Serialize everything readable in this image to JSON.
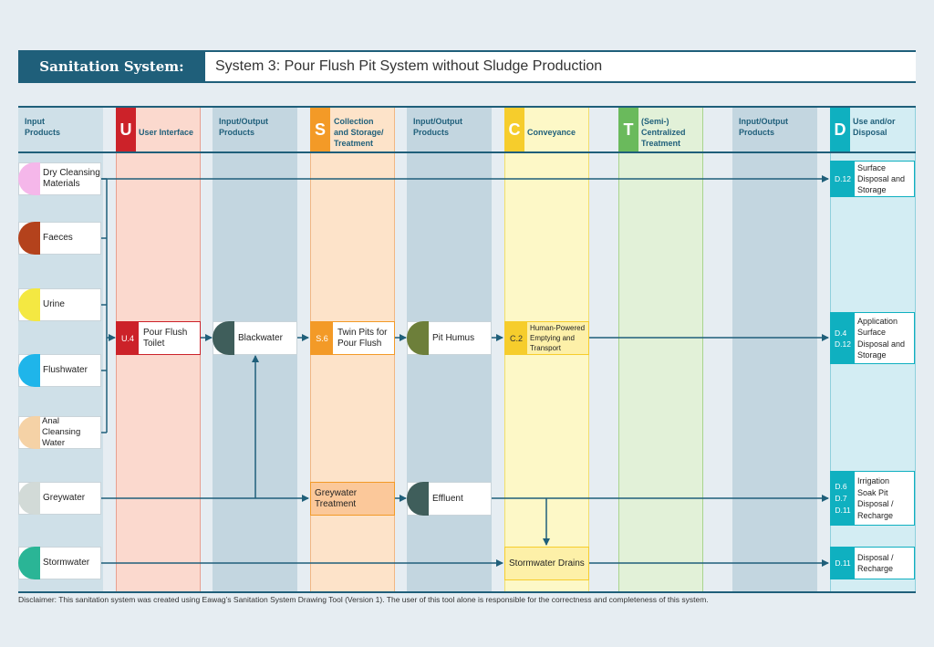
{
  "title": {
    "label": "Sanitation System:",
    "system": "System 3: Pour Flush Pit System without Sludge Production"
  },
  "headers": {
    "input_products": "Input\nProducts",
    "u_letter": "U",
    "u_label": "User Interface",
    "io1": "Input/Output\nProducts",
    "s_letter": "S",
    "s_label": "Collection\nand Storage/\nTreatment",
    "io2": "Input/Output\nProducts",
    "c_letter": "C",
    "c_label": "Conveyance",
    "t_letter": "T",
    "t_label": "(Semi-)\nCentralized\nTreatment",
    "io3": "Input/Output\nProducts",
    "d_letter": "D",
    "d_label": "Use and/or\nDisposal"
  },
  "inputs": [
    {
      "label": "Dry Cleansing\nMaterials",
      "color": "#f5b7ea"
    },
    {
      "label": "Faeces",
      "color": "#b4421c"
    },
    {
      "label": "Urine",
      "color": "#f4e842"
    },
    {
      "label": "Flushwater",
      "color": "#1fb5ea"
    },
    {
      "label": "Anal\nCleansing\nWater",
      "color": "#f5d2a6"
    },
    {
      "label": "Greywater",
      "color": "#d2dad7"
    },
    {
      "label": "Stormwater",
      "color": "#2ab596"
    }
  ],
  "tech": {
    "u4": {
      "code": "U.4",
      "label": "Pour Flush\nToilet"
    },
    "blackwater": "Blackwater",
    "s6": {
      "code": "S.6",
      "label": "Twin Pits for\nPour Flush"
    },
    "pit_humus": "Pit Humus",
    "c2": {
      "code": "C.2",
      "label": "Human-Powered\nEmptying and\nTransport"
    },
    "greywater_treatment": "Greywater\nTreatment",
    "effluent": "Effluent",
    "stormwater_drains": "Stormwater Drains"
  },
  "disposal": [
    {
      "codes": "D.12",
      "label": "Surface\nDisposal and\nStorage"
    },
    {
      "codes": "D.4\nD.12",
      "label": "Application\nSurface\nDisposal and\nStorage"
    },
    {
      "codes": "D.6\nD.7\nD.11",
      "label": "Irrigation\nSoak Pit\nDisposal /\nRecharge"
    },
    {
      "codes": "D.11",
      "label": "Disposal /\nRecharge"
    }
  ],
  "disclaimer": "Disclaimer: This sanitation system was created using Eawag’s Sanitation System Drawing Tool (Version 1). The user of this tool alone is responsible for the correctness and completeness of this system.",
  "colors": {
    "u": "#cc2229",
    "s": "#f39a27",
    "c": "#f6cd2c",
    "t": "#6aba5c",
    "d": "#0fb0c0",
    "navy": "#1f5f7a"
  }
}
